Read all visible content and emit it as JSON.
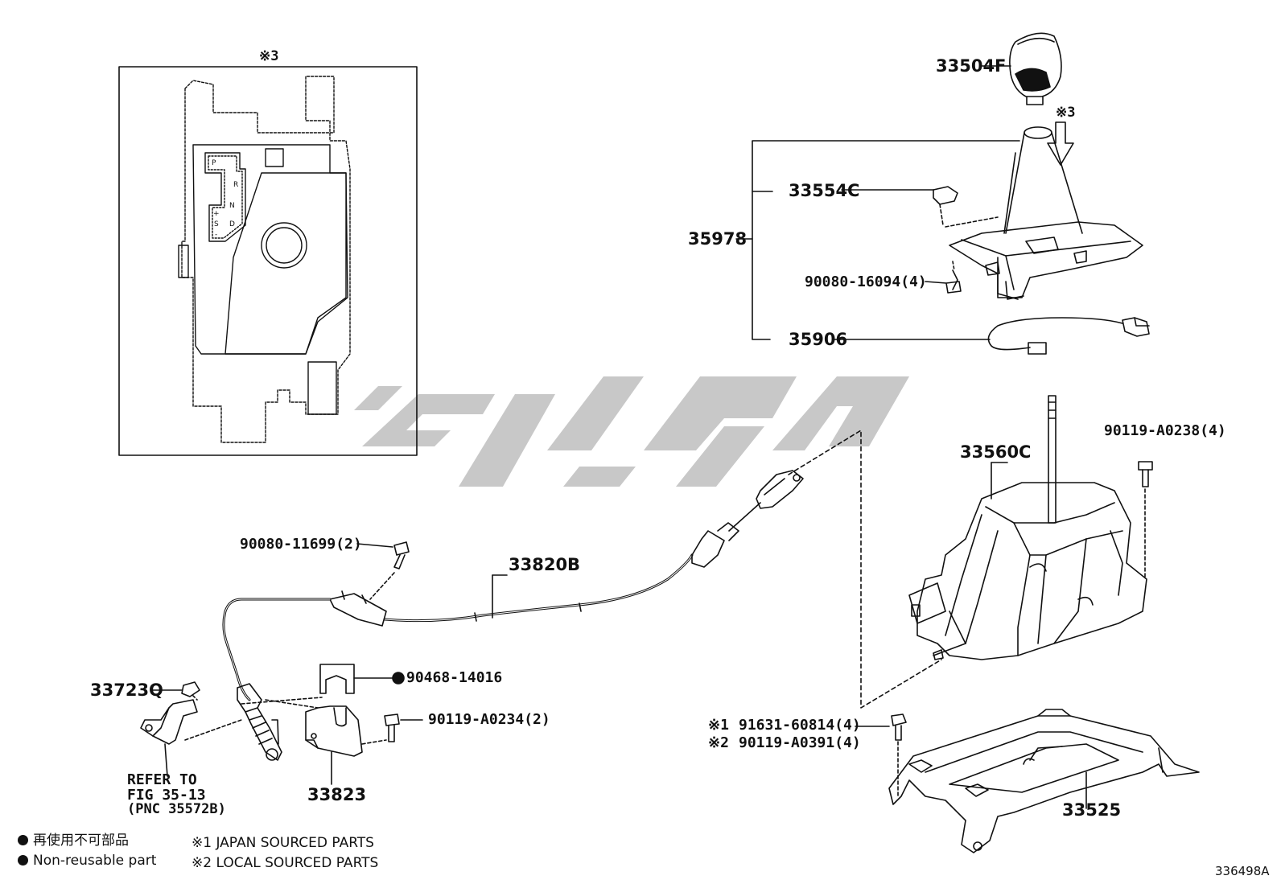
{
  "diagram": {
    "inset_marker": "※3",
    "gate_letters": [
      "P",
      "R",
      "N",
      "D",
      "S",
      "+",
      "-"
    ],
    "watermark_text": "یدک پارت",
    "image_code": "336498A",
    "parts": {
      "knob": "33504F",
      "knob_marker": "※3",
      "boot_retainer": "33554C",
      "housing_assy": "35978",
      "screw_16094": "90080-16094(4)",
      "wire_35906": "35906",
      "shift_lever_assy": "33560C",
      "bolt_a0238": "90119-A0238(4)",
      "bolt_11699": "90080-11699(2)",
      "cable": "33820B",
      "clip_14016": "90468-14016",
      "bolt_a0234": "90119-A0234(2)",
      "nut_33723q": "33723Q",
      "bracket_33823": "33823",
      "refer_line1": "REFER TO",
      "refer_line2": "FIG 35-13",
      "refer_line3": "(PNC 35572B)",
      "bolt_60814_marker": "※1",
      "bolt_60814": "91631-60814(4)",
      "bolt_a0391_marker": "※2",
      "bolt_a0391": "90119-A0391(4)",
      "bracket_33525": "33525"
    },
    "legend": {
      "nonreusable_jp": "再使用不可部品",
      "nonreusable_en": "Non-reusable part",
      "japan_sourced": "※1 JAPAN SOURCED PARTS",
      "local_sourced": "※2 LOCAL SOURCED PARTS"
    }
  }
}
